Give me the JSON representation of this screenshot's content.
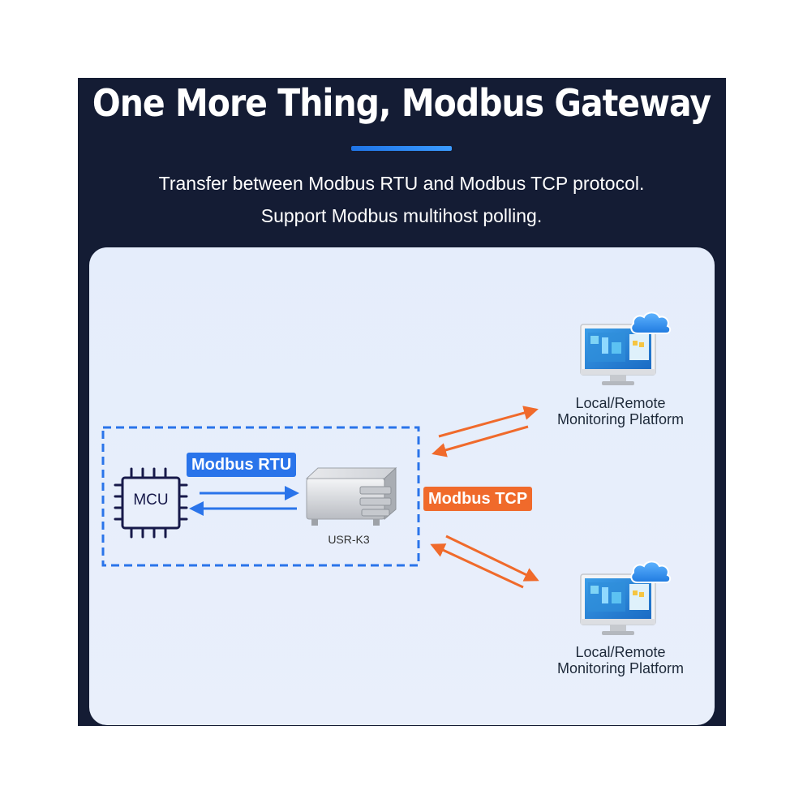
{
  "header": {
    "title": "One More Thing, Modbus Gateway",
    "subtitle_line1": "Transfer between Modbus RTU and Modbus TCP protocol.",
    "subtitle_line2": "Support Modbus multihost polling."
  },
  "diagram": {
    "mcu_label": "MCU",
    "rtu_label": "Modbus RTU",
    "tcp_label": "Modbus TCP",
    "device_label": "USR-K3",
    "platforms": [
      {
        "line1": "Local/Remote",
        "line2": "Monitoring Platform"
      },
      {
        "line1": "Local/Remote",
        "line2": "Monitoring Platform"
      }
    ]
  },
  "colors": {
    "background": "#141c34",
    "card": "#e7eefb",
    "rtu_blue": "#2a74ea",
    "tcp_orange": "#f06a2b",
    "chip_navy": "#17194a"
  },
  "icons": [
    "chip-icon",
    "gateway-module-icon",
    "monitor-icon",
    "cloud-icon"
  ]
}
